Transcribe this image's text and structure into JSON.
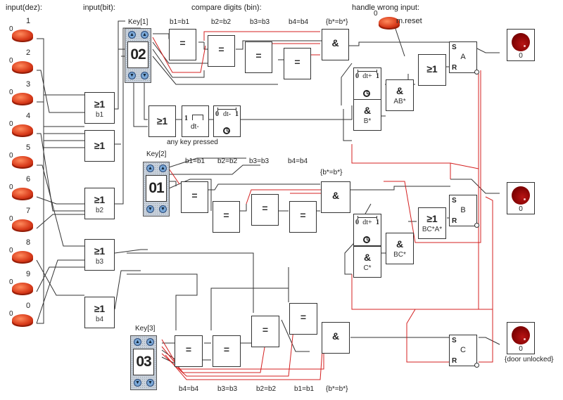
{
  "headers": {
    "input_dez": "input(dez):",
    "input_bit": "input(bit):",
    "compare": "compare digits (bin):",
    "handle_wrong": "handle wrong input:"
  },
  "buttons": [
    {
      "label": "1",
      "state": "0"
    },
    {
      "label": "2",
      "state": "0"
    },
    {
      "label": "3",
      "state": "0"
    },
    {
      "label": "4",
      "state": "0"
    },
    {
      "label": "5",
      "state": "0"
    },
    {
      "label": "6",
      "state": "0"
    },
    {
      "label": "7",
      "state": "0"
    },
    {
      "label": "8",
      "state": "0"
    },
    {
      "label": "9",
      "state": "0"
    },
    {
      "label": "0",
      "state": "0"
    }
  ],
  "reset_button": {
    "label": "m.reset",
    "state": "0"
  },
  "or_gates": [
    {
      "symbol": "≥1",
      "label": "b1"
    },
    {
      "symbol": "≥1",
      "label": ""
    },
    {
      "symbol": "≥1",
      "label": "b2"
    },
    {
      "symbol": "≥1",
      "label": "b3"
    },
    {
      "symbol": "≥1",
      "label": "b4"
    }
  ],
  "any_key": {
    "or_symbol": "≥1",
    "pulse_one": "1",
    "pulse_label": "dt-",
    "timer_zero": "0",
    "timer_label": "dt-",
    "timer_one": "1",
    "caption": "any key pressed"
  },
  "keys": [
    {
      "label": "Key[1]",
      "value": "02",
      "compare_labels": [
        "b1=b1",
        "b2=b2",
        "b3=b3",
        "b4=b4"
      ],
      "and_label": "{b*=b*}"
    },
    {
      "label": "Key[2]",
      "value": "01",
      "compare_labels": [
        "b1=b1",
        "b2=b2",
        "b3=b3",
        "b4=b4"
      ],
      "and_label": "{b*=b*}"
    },
    {
      "label": "Key[3]",
      "value": "03",
      "compare_labels": [
        "b4=b4",
        "b3=b3",
        "b2=b2",
        "b1=b1"
      ],
      "and_label": "{b*=b*}"
    }
  ],
  "symbols": {
    "eq": "=",
    "and": "&",
    "or": "≥1",
    "up": "▲",
    "down": "▼"
  },
  "wrong_input": {
    "timer1": {
      "zero": "0",
      "label": "dt+",
      "one": "1"
    },
    "and_b": {
      "symbol": "&",
      "label": "B*"
    },
    "and_ab": {
      "symbol": "&",
      "label": "AB*"
    },
    "or_a": {
      "symbol": "≥1"
    },
    "timer2": {
      "zero": "0",
      "label": "dt+",
      "one": "1"
    },
    "and_c": {
      "symbol": "&",
      "label": "C*"
    },
    "and_bc": {
      "symbol": "&",
      "label": "BC*"
    },
    "or_bca": {
      "symbol": "≥1",
      "label": "BC*A*"
    }
  },
  "flipflops": [
    {
      "name": "A",
      "s": "S",
      "r": "R"
    },
    {
      "name": "B",
      "s": "S",
      "r": "R"
    },
    {
      "name": "C",
      "s": "S",
      "r": "R"
    }
  ],
  "lamps": [
    {
      "value": "0",
      "caption": ""
    },
    {
      "value": "0",
      "caption": ""
    },
    {
      "value": "0",
      "caption": "{door unlocked}"
    }
  ],
  "colors": {
    "wire": "#333333",
    "active_wire": "#d42020",
    "lamp": "#8b0000",
    "button": "#d83a1a"
  }
}
